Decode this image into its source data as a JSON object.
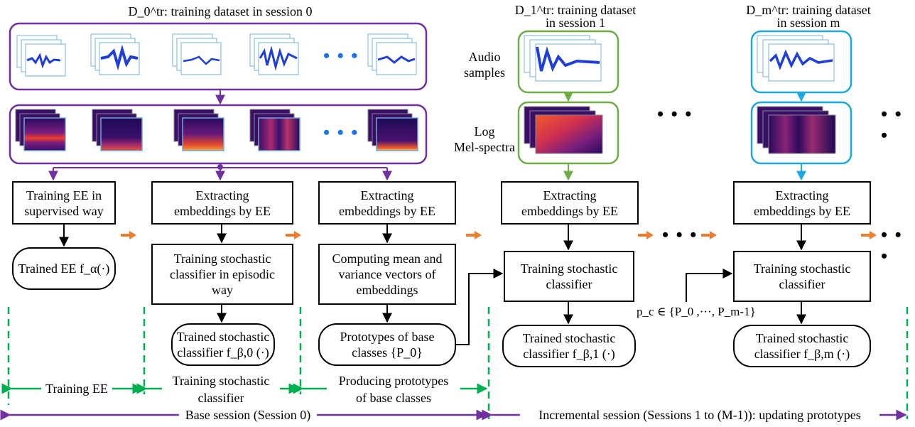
{
  "top": {
    "d0_title": "D_0^tr: training dataset in session 0",
    "d1_title_line1": "D_1^tr: training dataset",
    "d1_title_line2": "in session 1",
    "dm_title_line1": "D_m^tr: training dataset",
    "dm_title_line2": "in session m"
  },
  "side_labels": {
    "audio_line1": "Audio",
    "audio_line2": "samples",
    "log_line1": "Log",
    "log_line2": "Mel-spectra"
  },
  "boxes": {
    "train_ee": [
      "Training EE in",
      "supervised way"
    ],
    "trained_ee": "Trained EE f_α(·)",
    "extract_1": [
      "Extracting",
      "embeddings by EE"
    ],
    "train_sc_episodic": [
      "Training stochastic",
      "classifier in episodic",
      "way"
    ],
    "trained_sc_0": [
      "Trained stochastic",
      "classifier f_β,0 (·)"
    ],
    "extract_2": [
      "Extracting",
      "embeddings by EE"
    ],
    "compute_mean": [
      "Computing mean and",
      "variance vectors of",
      "embeddings"
    ],
    "prototypes": [
      "Prototypes of base",
      "classes {P_0}"
    ],
    "extract_3": [
      "Extracting",
      "embeddings by EE"
    ],
    "train_sc_1": [
      "Training stochastic",
      "classifier"
    ],
    "trained_sc_1": [
      "Trained stochastic",
      "classifier f_β,1 (·)"
    ],
    "extract_4": [
      "Extracting",
      "embeddings by EE"
    ],
    "train_sc_m": [
      "Training stochastic",
      "classifier"
    ],
    "trained_sc_m": [
      "Trained stochastic",
      "classifier f_β,m (·)"
    ]
  },
  "pc_label": "p_c ∈ {P_0 ,···, P_m-1}",
  "bottom": {
    "training_ee": "Training EE",
    "training_sc_line1": "Training stochastic",
    "training_sc_line2": "classifier",
    "producing_line1": "Producing prototypes",
    "producing_line2": "of base classes",
    "base_session": "Base session (Session 0)",
    "incremental_session": "Incremental session (Sessions 1 to (M-1)): updating prototypes"
  },
  "ellipsis": "• • •",
  "colors": {
    "purple": "#7030a0",
    "green": "#70ad47",
    "cyan": "#1ea8e0",
    "orange": "#ed7d31",
    "dash_green": "#00b050",
    "blue_dots": "#1a73e8"
  }
}
